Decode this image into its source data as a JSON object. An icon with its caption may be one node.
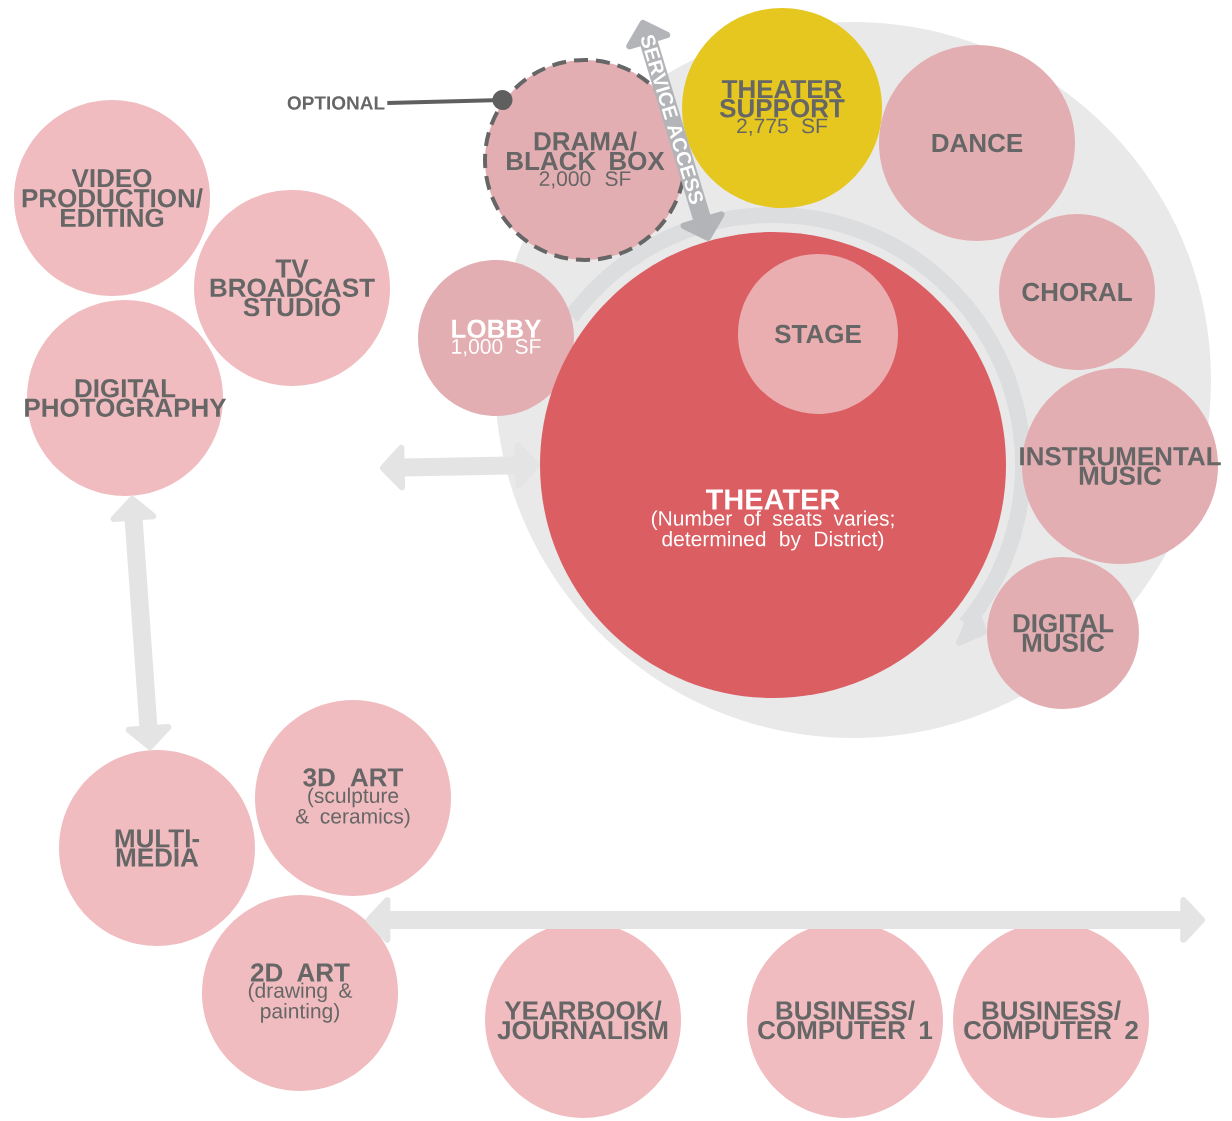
{
  "diagram": {
    "nodes": [
      {
        "text": [
          "OPTIONAL"
        ]
      },
      {
        "text": [
          "DRAMA/ BLACK BOX",
          "2,000 SF"
        ]
      },
      {
        "text": [
          "THEATER SUPPORT",
          "2,775 SF"
        ]
      },
      {
        "text": [
          "DANCE"
        ]
      },
      {
        "text": [
          "VIDEO PRODUCTION/ EDITING"
        ]
      },
      {
        "text": [
          "TV BROADCAST STUDIO"
        ]
      },
      {
        "text": [
          "LOBBY",
          "1,000 SF"
        ]
      },
      {
        "text": [
          "CHORAL"
        ]
      },
      {
        "text": [
          "THEATER",
          "(Number of seats varies; determined by District)"
        ]
      },
      {
        "text": [
          "STAGE"
        ],
        "in": 8
      },
      {
        "text": [
          "DIGITAL PHOTOGRAPHY"
        ]
      },
      {
        "text": [
          "INSTRUMENTAL MUSIC"
        ]
      },
      {
        "text": [
          "DIGITAL MUSIC"
        ]
      },
      {
        "text": [
          "3D ART",
          "(sculpture & ceramics)"
        ]
      },
      {
        "text": [
          "MULTI- MEDIA"
        ]
      },
      {
        "text": [
          "2D ART",
          "(drawing & painting)"
        ]
      },
      {
        "text": [
          "YEARBOOK/ JOURNALISM"
        ]
      },
      {
        "text": [
          "BUSINESS/ COMPUTER 1"
        ]
      },
      {
        "text": [
          "BUSINESS/ COMPUTER 2"
        ]
      }
    ],
    "edges": [
      {
        "from": 0,
        "to": 1,
        "arrow": "other",
        "color": "#5f5f5f"
      },
      {
        "from": null,
        "to": 8,
        "arrow": "both",
        "label": "SERVICE ACCESS"
      },
      {
        "from": null,
        "to": 8,
        "arrow": "both"
      },
      {
        "from": 6,
        "to": 12,
        "arrow": "to"
      },
      {
        "from": 10,
        "to": 14,
        "arrow": "both"
      },
      {
        "from": 15,
        "to": null,
        "arrow": "both"
      }
    ]
  }
}
